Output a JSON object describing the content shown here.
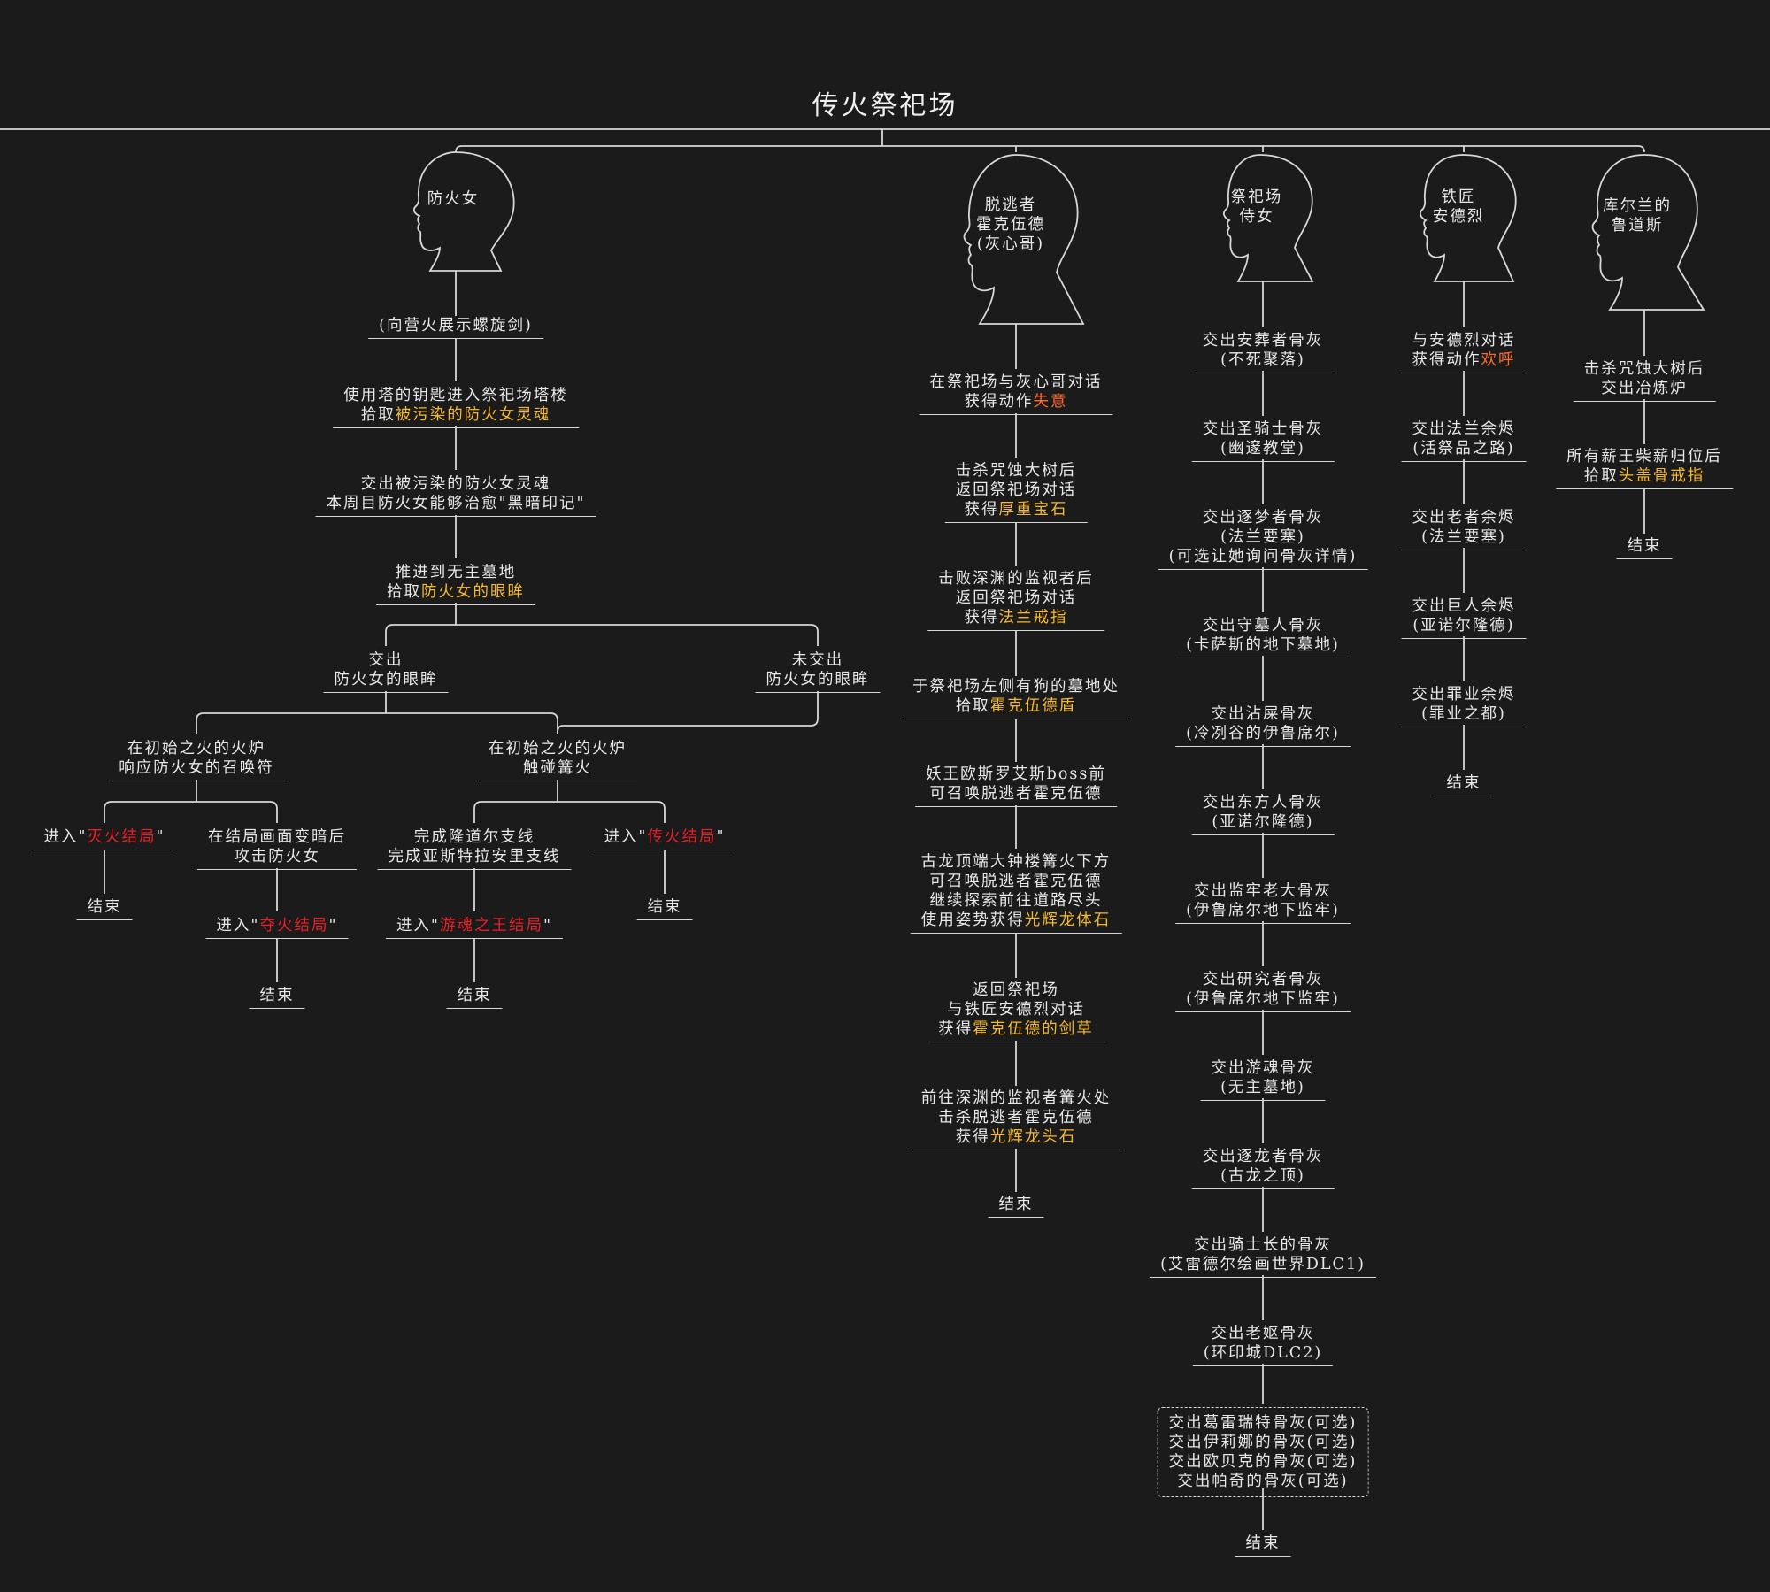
{
  "title": "传火祭祀场",
  "heads": [
    {
      "label": "防火女"
    },
    {
      "label": "脱逃者\n霍克伍德\n(灰心哥)"
    },
    {
      "label": "祭祀场\n侍女"
    },
    {
      "label": "铁匠\n安德烈"
    },
    {
      "label": "库尔兰的\n鲁道斯"
    }
  ],
  "end_label": "结束",
  "firekeeper": {
    "n1": "(向营火展示螺旋剑)",
    "n2": [
      "使用塔的钥匙进入祭祀场塔楼",
      "拾取",
      "被污染的防火女灵魂"
    ],
    "n3": [
      "交出被污染的防火女灵魂",
      "本周目防火女能够治愈\"黑暗印记\""
    ],
    "n4": [
      "推进到无主墓地",
      "拾取",
      "防火女的眼眸"
    ],
    "give": [
      "交出",
      "防火女的眼眸"
    ],
    "nogive": [
      "未交出",
      "防火女的眼眸"
    ],
    "respond": [
      "在初始之火的火炉",
      "响应防火女的召唤符"
    ],
    "touch": [
      "在初始之火的火炉",
      "触碰篝火"
    ],
    "end_enter": "进入\"",
    "end_close": "\"",
    "fire_end": "灭火结局",
    "attack": [
      "在结局画面变暗后",
      "攻击防火女"
    ],
    "usurp_end": "夺火结局",
    "sides": [
      "完成隆道尔支线",
      "完成亚斯特拉安里支线"
    ],
    "lord_end": "游魂之王结局",
    "link_end": "传火结局"
  },
  "hawkwood": {
    "n1": [
      "在祭祀场与灰心哥对话",
      "获得动作",
      "失意"
    ],
    "n2": [
      "击杀咒蚀大树后",
      "返回祭祀场对话",
      "获得",
      "厚重宝石"
    ],
    "n3": [
      "击败深渊的监视者后",
      "返回祭祀场对话",
      "获得",
      "法兰戒指"
    ],
    "n4": [
      "于祭祀场左侧有狗的墓地处",
      "拾取",
      "霍克伍德盾"
    ],
    "n5": [
      "妖王欧斯罗艾斯boss前",
      "可召唤脱逃者霍克伍德"
    ],
    "n6": [
      "古龙顶端大钟楼篝火下方",
      "可召唤脱逃者霍克伍德",
      "继续探索前往道路尽头",
      "使用姿势获得",
      "光辉龙体石"
    ],
    "n7": [
      "返回祭祀场",
      "与铁匠安德烈对话",
      "获得",
      "霍克伍德的剑草"
    ],
    "n8": [
      "前往深渊的监视者篝火处",
      "击杀脱逃者霍克伍德",
      "获得",
      "光辉龙头石"
    ]
  },
  "maiden": {
    "items": [
      [
        "交出安葬者骨灰",
        "(不死聚落)"
      ],
      [
        "交出圣骑士骨灰",
        "(幽邃教堂)"
      ],
      [
        "交出逐梦者骨灰",
        "(法兰要塞)",
        "(可选让她询问骨灰详情)"
      ],
      [
        "交出守墓人骨灰",
        "(卡萨斯的地下墓地)"
      ],
      [
        "交出沾屎骨灰",
        "(冷冽谷的伊鲁席尔)"
      ],
      [
        "交出东方人骨灰",
        "(亚诺尔隆德)"
      ],
      [
        "交出监牢老大骨灰",
        "(伊鲁席尔地下监牢)"
      ],
      [
        "交出研究者骨灰",
        "(伊鲁席尔地下监牢)"
      ],
      [
        "交出游魂骨灰",
        "(无主墓地)"
      ],
      [
        "交出逐龙者骨灰",
        "(古龙之顶)"
      ],
      [
        "交出骑士长的骨灰",
        "(艾雷德尔绘画世界DLC1)"
      ],
      [
        "交出老妪骨灰",
        "(环印城DLC2)"
      ]
    ],
    "optional": [
      "交出葛雷瑞特骨灰(可选)",
      "交出伊莉娜的骨灰(可选)",
      "交出欧贝克的骨灰(可选)",
      "交出帕奇的骨灰(可选)"
    ]
  },
  "smith": {
    "n1": [
      "与安德烈对话",
      "获得动作",
      "欢呼"
    ],
    "items": [
      [
        "交出法兰余烬",
        "(活祭品之路)"
      ],
      [
        "交出老者余烬",
        "(法兰要塞)"
      ],
      [
        "交出巨人余烬",
        "(亚诺尔隆德)"
      ],
      [
        "交出罪业余烬",
        "(罪业之都)"
      ]
    ]
  },
  "ludleth": {
    "n1": [
      "击杀咒蚀大树后",
      "交出冶炼炉"
    ],
    "n2": [
      "所有薪王柴薪归位后",
      "拾取",
      "头盖骨戒指"
    ]
  },
  "colors": {
    "background": "#1b1b1b",
    "line": "#d8d8d8",
    "highlight_yellow": "#f5b92e",
    "highlight_red": "#e8202a",
    "highlight_orange": "#ff6a2a"
  }
}
